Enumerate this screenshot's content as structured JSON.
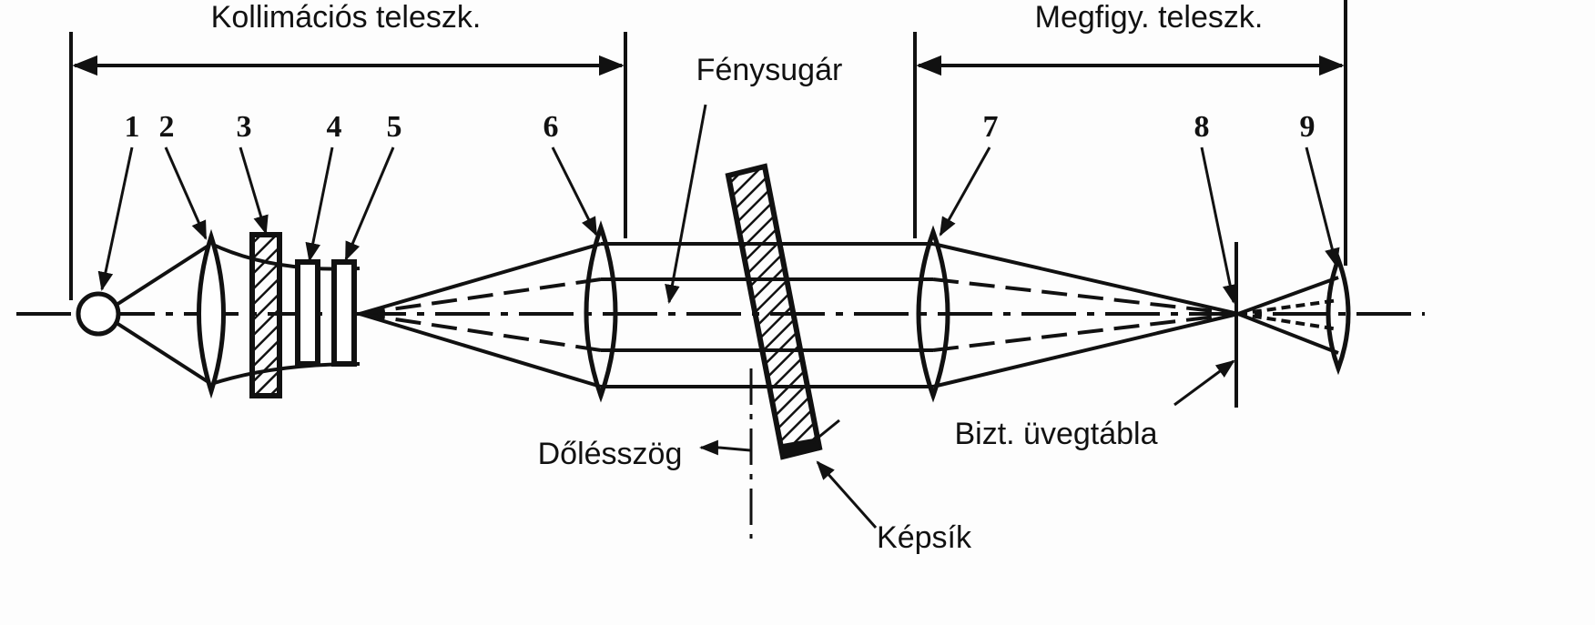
{
  "title_left": "Kollimációs teleszk.",
  "title_right": "Megfigy. teleszk.",
  "labels": {
    "beam": "Fénysugár",
    "tilt": "Dőlésszög",
    "glass": "Bizt. üvegtábla",
    "image_plane": "Képsík"
  },
  "numbers": [
    "1",
    "2",
    "3",
    "4",
    "5",
    "6",
    "7",
    "8",
    "9"
  ],
  "colors": {
    "ink": "#111111",
    "background": "#fdfdfd"
  }
}
